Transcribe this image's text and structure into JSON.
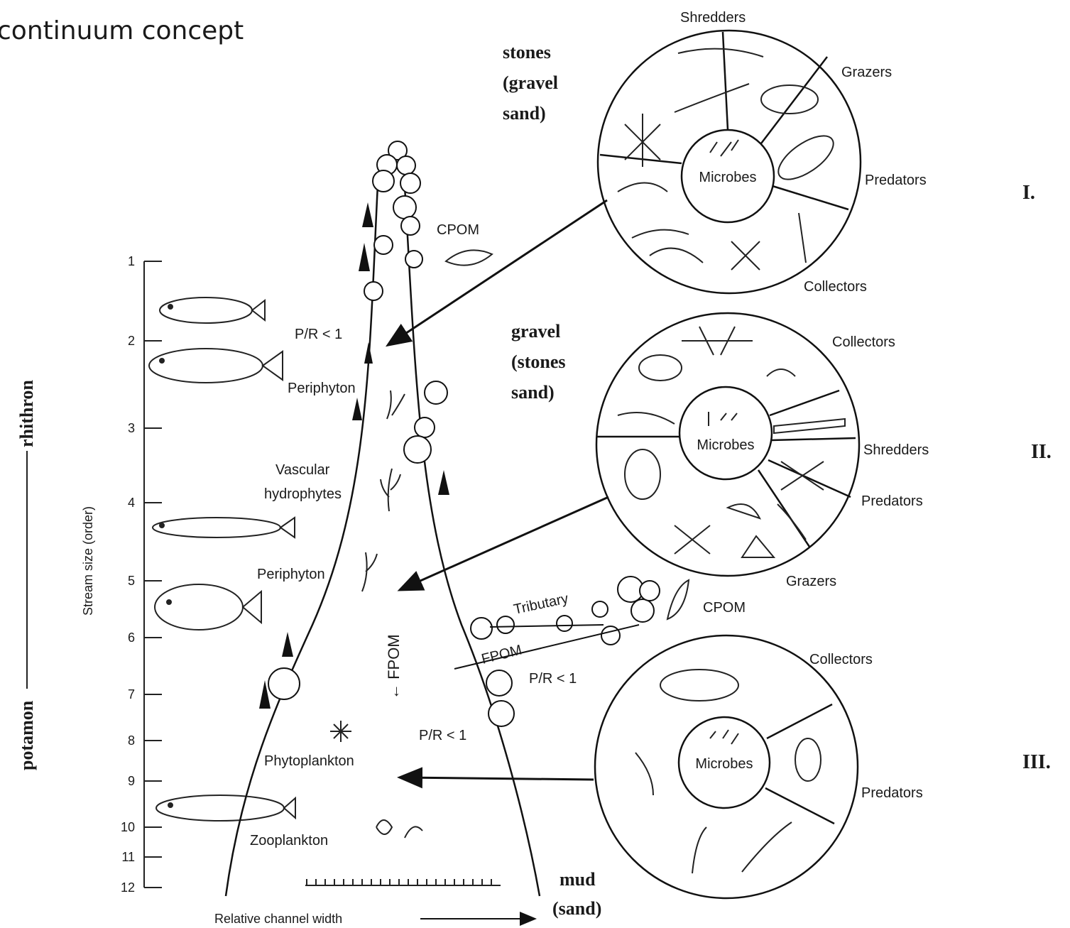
{
  "slide_title": "continuum concept",
  "axis": {
    "title": "Stream size (order)",
    "ticks": [
      "1",
      "2",
      "3",
      "4",
      "5",
      "6",
      "7",
      "8",
      "9",
      "10",
      "11",
      "12"
    ],
    "zone_top": "rhithron",
    "zone_bottom": "potamon",
    "channel_width_label": "Relative channel width"
  },
  "labels": {
    "cpom_top": "CPOM",
    "pr_top": "P/R < 1",
    "periphyton_1": "Periphyton",
    "vascular_1": "Vascular",
    "vascular_2": "hydrophytes",
    "periphyton_2": "Periphyton",
    "fpom_vertical": "← FPOM",
    "tributary": "Tributary",
    "fpom_trib": "FPOM",
    "cpom_trib": "CPOM",
    "pr_mid": "P/R < 1",
    "pr_low": "P/R < 1",
    "phytoplankton": "Phytoplankton",
    "zooplankton": "Zooplankton"
  },
  "substrates": {
    "s1": [
      "stones",
      "(gravel",
      "sand)"
    ],
    "s2": [
      "gravel",
      "(stones",
      "sand)"
    ],
    "s3": [
      "mud",
      "(sand)"
    ]
  },
  "circles": {
    "c1": {
      "roman": "I.",
      "center": "Microbes",
      "groups": [
        "Shredders",
        "Grazers",
        "Predators",
        "Collectors"
      ]
    },
    "c2": {
      "roman": "II.",
      "center": "Microbes",
      "groups": [
        "Collectors",
        "Shredders",
        "Predators",
        "Grazers"
      ]
    },
    "c3": {
      "roman": "III.",
      "center": "Microbes",
      "groups": [
        "Collectors",
        "Predators"
      ]
    }
  }
}
